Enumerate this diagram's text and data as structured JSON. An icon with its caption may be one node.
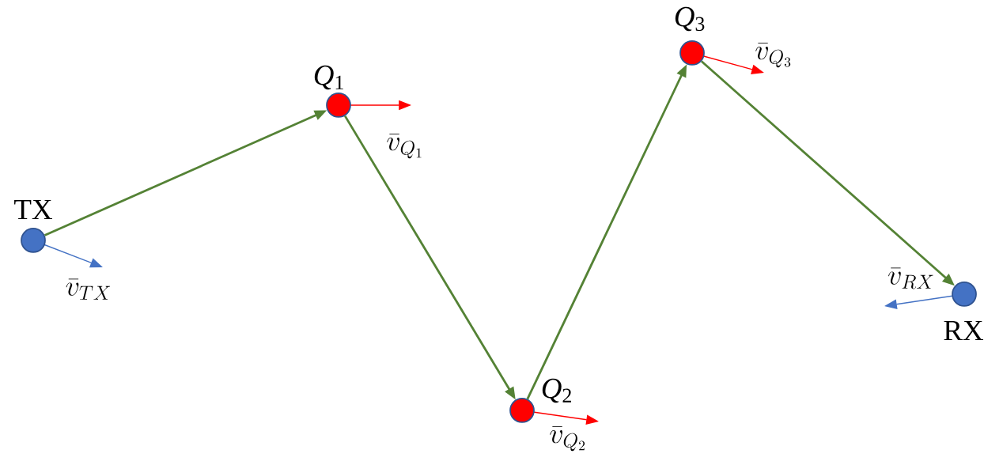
{
  "diagram": {
    "nodes": [
      {
        "text": [
          "TX"
        ],
        "beside": [
          "\\bar{v}_{TX}"
        ]
      },
      {
        "text": [
          "*Q*$_{1}$"
        ],
        "beside": [
          "\\bar{v}_{Q_1}"
        ]
      },
      {
        "text": [
          "*Q*$_{2}$"
        ],
        "beside": [
          "\\bar{v}_{Q_2}"
        ]
      },
      {
        "text": [
          "*Q*$_{3}$"
        ],
        "beside": [
          "\\bar{v}_{Q_3}"
        ]
      },
      {
        "text": [
          "RX"
        ],
        "beside": [
          "\\bar{v}_{RX}"
        ]
      }
    ],
    "edges": [
      {
        "from": 0,
        "to": 1,
        "arrow": "to"
      },
      {
        "from": 1,
        "to": 2,
        "arrow": "to"
      },
      {
        "from": 2,
        "to": 3,
        "arrow": "to"
      },
      {
        "from": 3,
        "to": 4,
        "arrow": "to"
      }
    ]
  }
}
